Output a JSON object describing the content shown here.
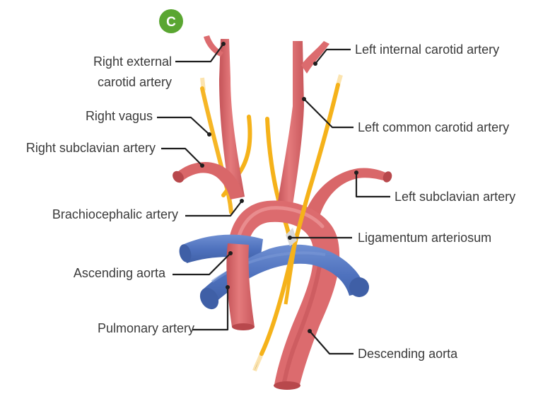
{
  "badge": {
    "letter": "C",
    "color": "#5aa631"
  },
  "colors": {
    "artery": "#dc6b6e",
    "artery_shade": "#c45358",
    "artery_highlight": "#ee9a9b",
    "vein": "#4f72be",
    "vein_shade": "#3f5fa6",
    "vein_highlight": "#7a98d6",
    "nerve": "#f5b21a",
    "nerve_shade": "#e09a0c"
  },
  "labels": {
    "right_external_carotid_1": "Right external",
    "right_external_carotid_2": "carotid artery",
    "right_vagus": "Right vagus",
    "right_subclavian": "Right subclavian artery",
    "brachiocephalic": "Brachiocephalic artery",
    "ascending_aorta": "Ascending aorta",
    "pulmonary_artery": "Pulmonary artery",
    "left_internal_carotid": "Left internal carotid artery",
    "left_common_carotid": "Left common carotid artery",
    "left_subclavian": "Left subclavian artery",
    "ligamentum_arteriosum": "Ligamentum arteriosum",
    "descending_aorta": "Descending aorta"
  }
}
